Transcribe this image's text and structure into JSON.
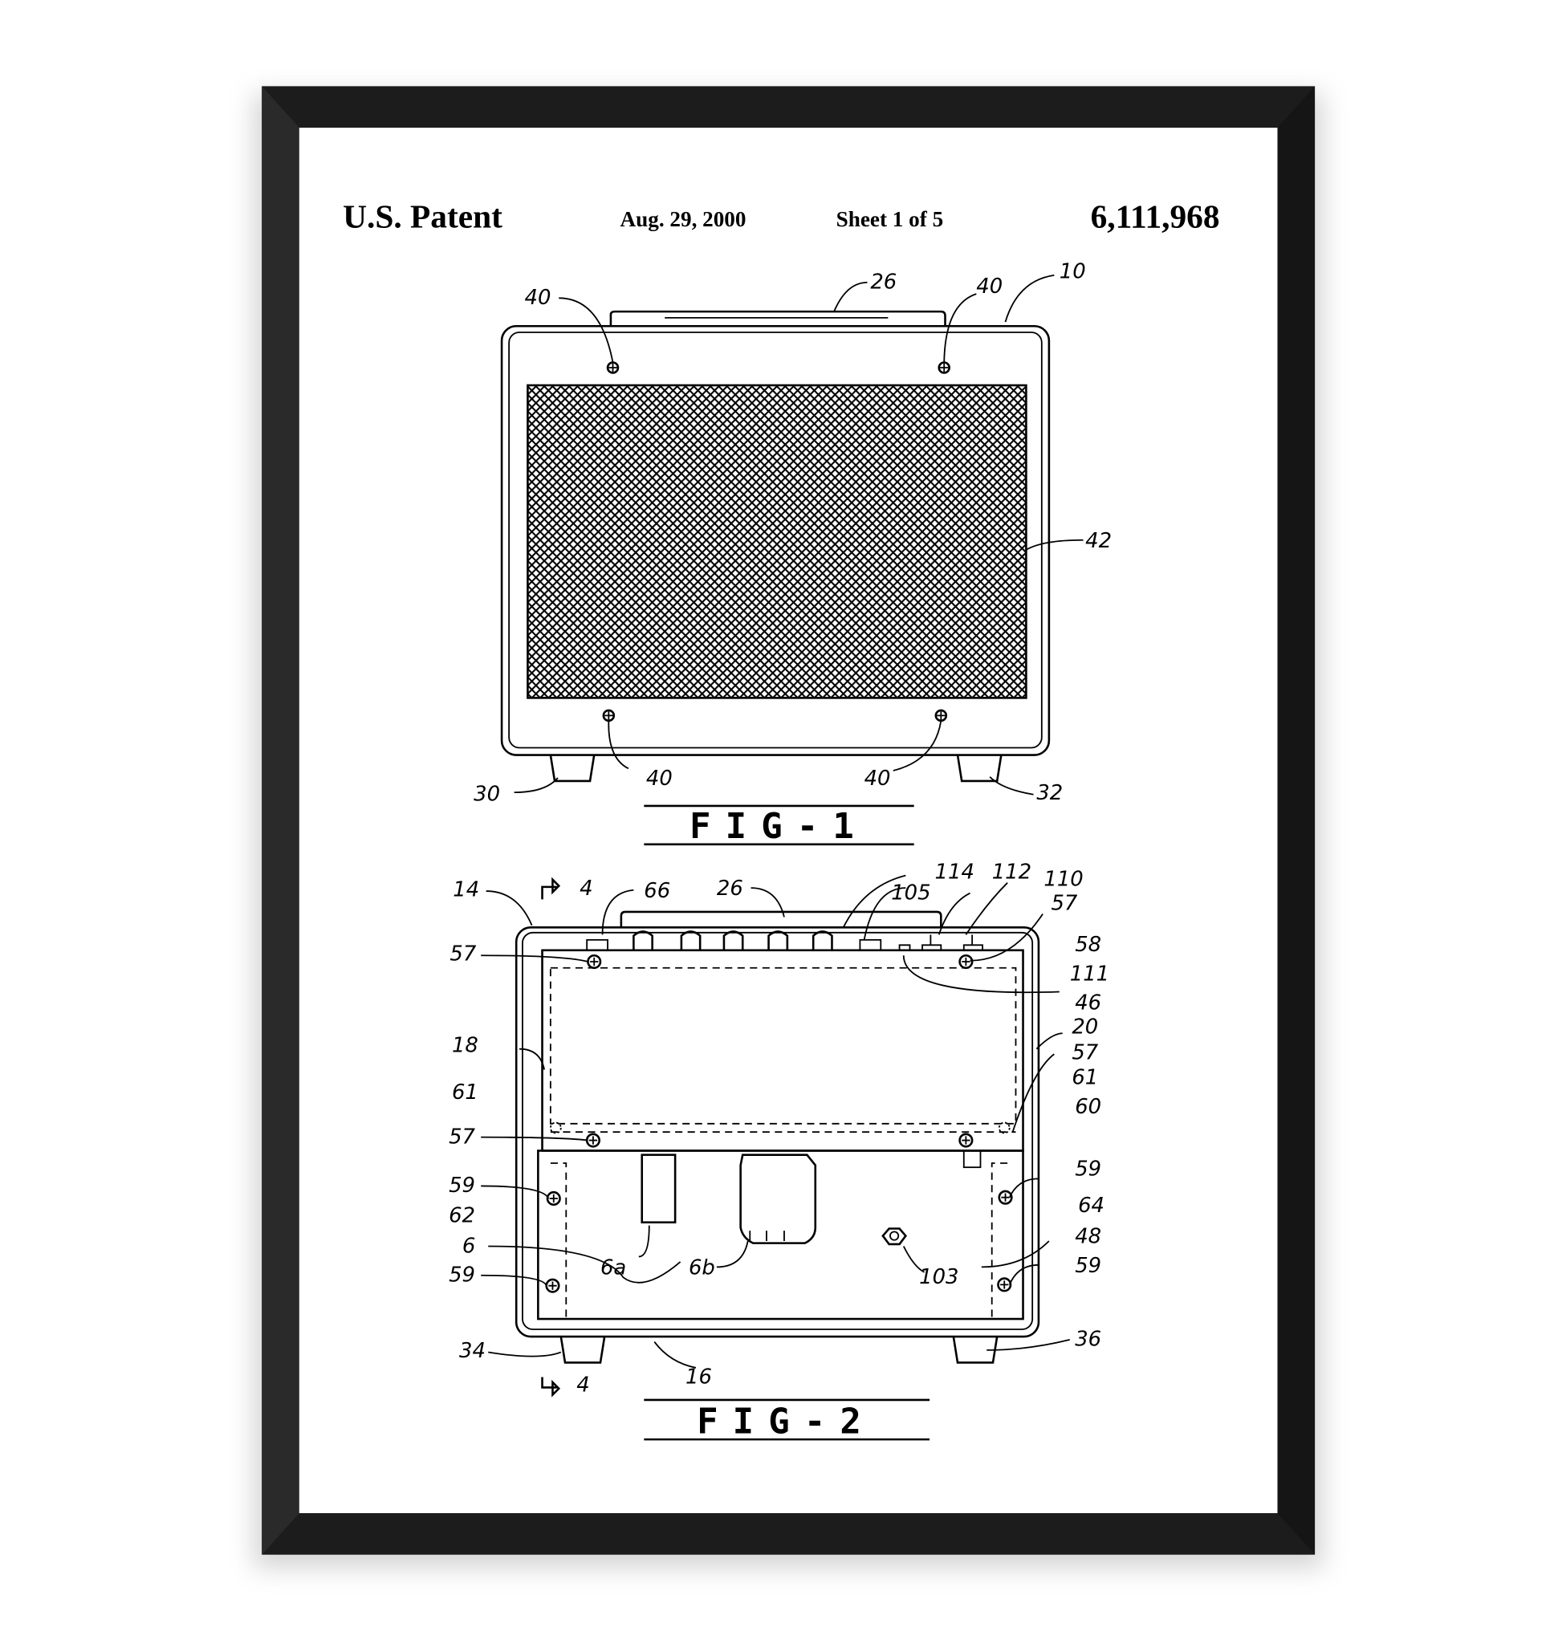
{
  "header": {
    "title": "U.S. Patent",
    "date": "Aug. 29, 2000",
    "sheet": "Sheet 1 of 5",
    "patent_number": "6,111,968"
  },
  "fig1": {
    "caption": "FIG-1",
    "labels": [
      "40",
      "26",
      "40",
      "10",
      "42",
      "30",
      "40",
      "40",
      "32"
    ]
  },
  "fig2": {
    "caption": "FIG-2",
    "labels": [
      "14",
      "4",
      "66",
      "26",
      "114",
      "105",
      "112",
      "110",
      "57",
      "58",
      "57",
      "111",
      "46",
      "18",
      "20",
      "57",
      "61",
      "61",
      "60",
      "57",
      "59",
      "59",
      "62",
      "64",
      "6",
      "48",
      "6a",
      "6b",
      "103",
      "59",
      "59",
      "34",
      "36",
      "16",
      "4"
    ]
  },
  "colors": {
    "frame": "#1c1c1c",
    "paper": "#ffffff",
    "ink": "#000000"
  }
}
